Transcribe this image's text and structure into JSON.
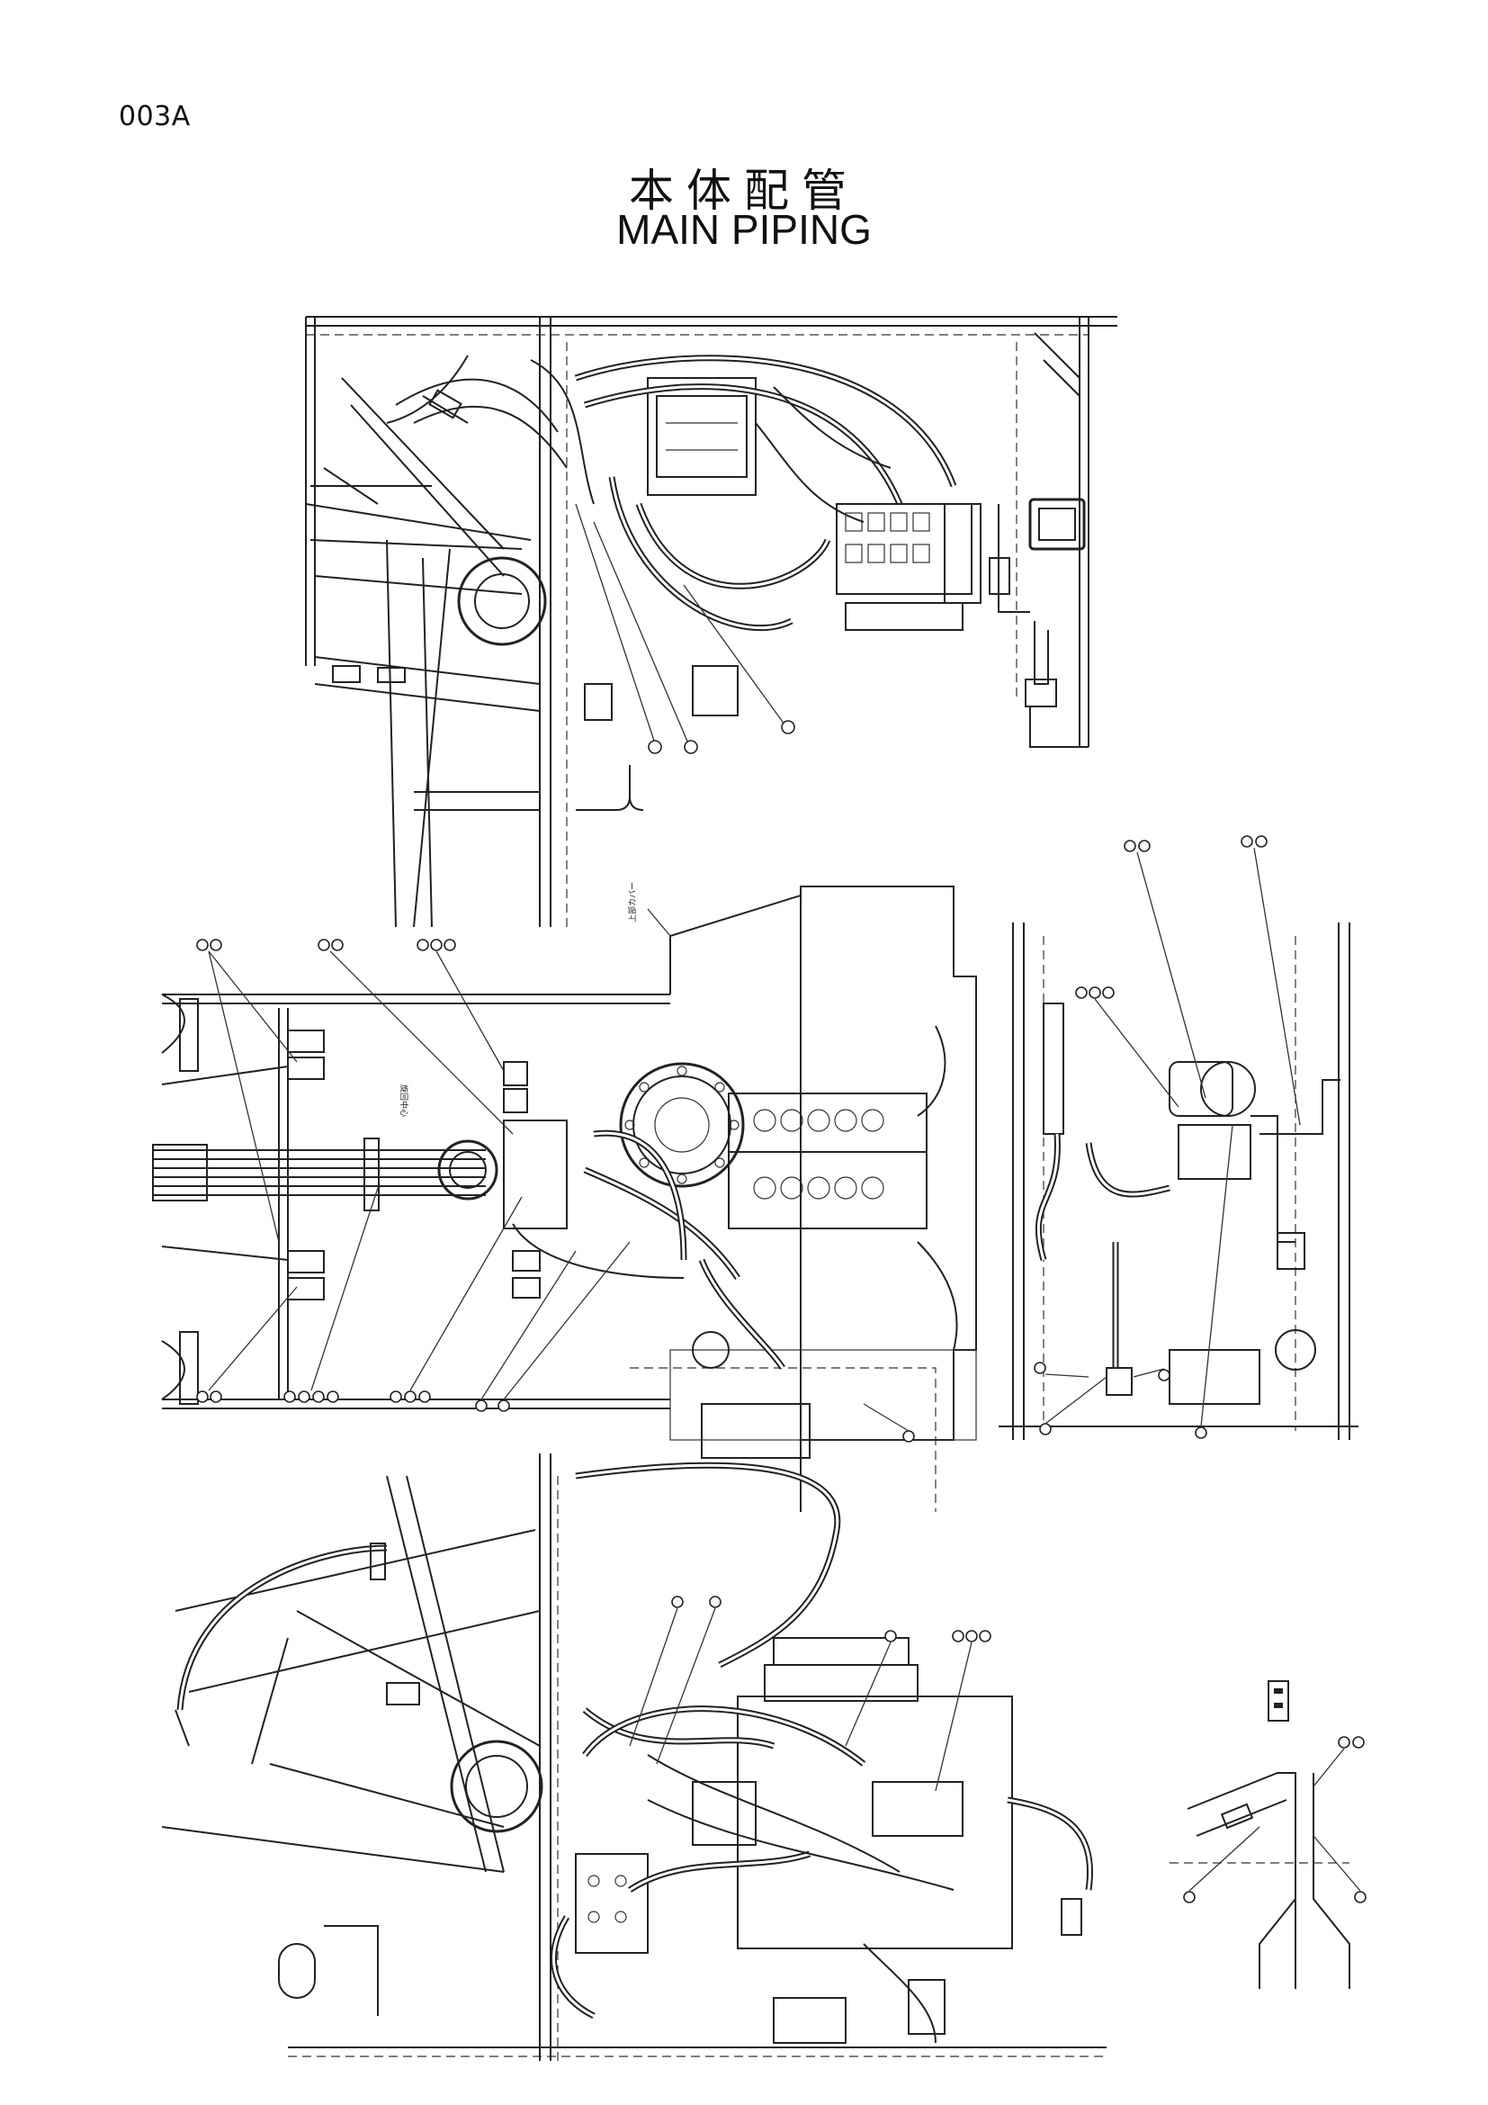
{
  "page_code": "003A",
  "title_jp": "本体配管",
  "title_en": "MAIN PIPING",
  "annotations": {
    "cover_note": "上部カバー",
    "center_note": "旋回中心"
  }
}
